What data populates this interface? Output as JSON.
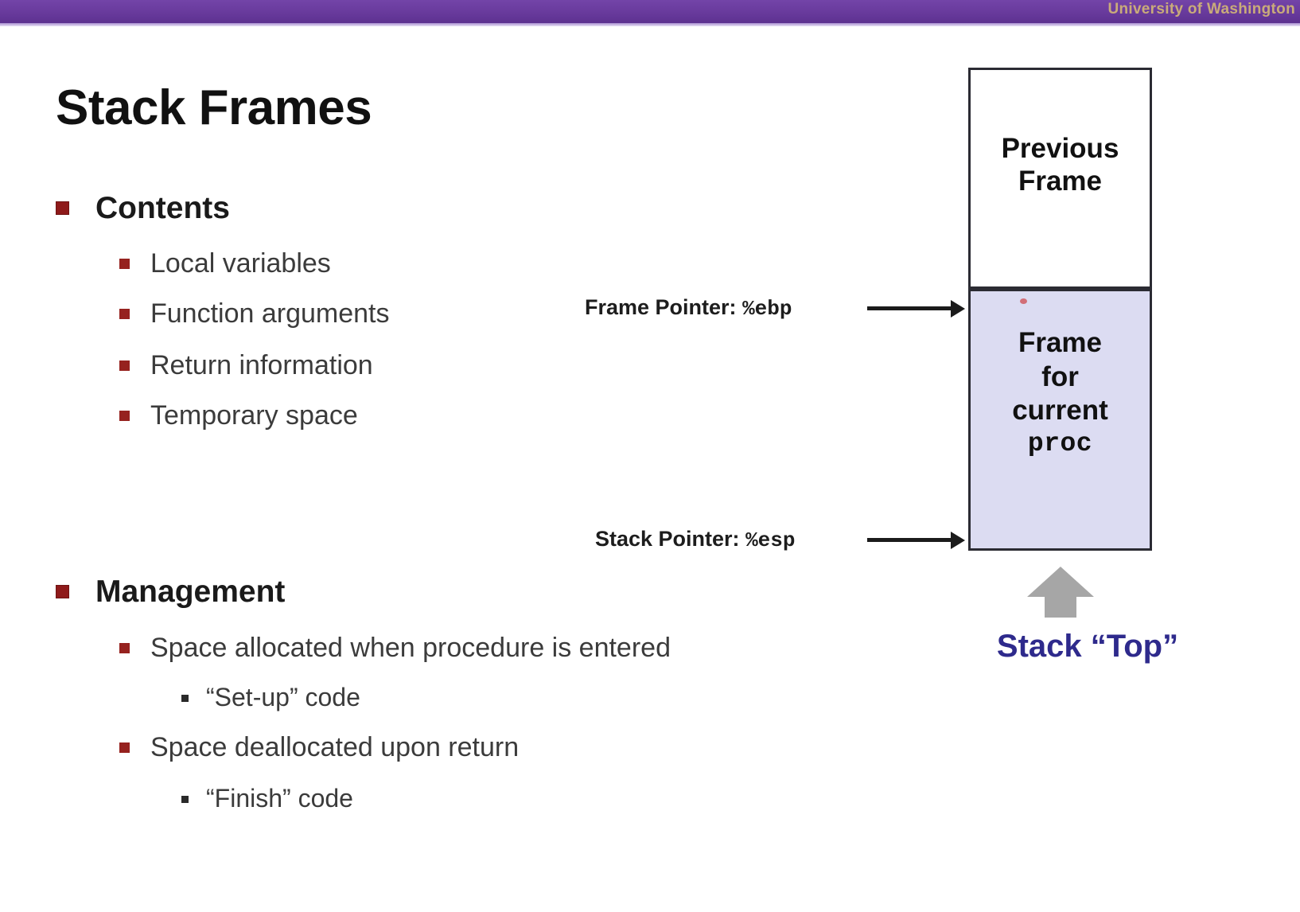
{
  "header": {
    "institution": "University of Washington",
    "bar_color": "#683a9c",
    "text_color": "#c9ab7a"
  },
  "slide": {
    "title": "Stack Frames",
    "bullet_color": "#8e1a1a",
    "body_text_color": "#3b3b3b"
  },
  "outline": {
    "contents": {
      "heading": "Contents",
      "items": [
        "Local variables",
        "Function arguments",
        "Return information",
        "Temporary space"
      ]
    },
    "management": {
      "heading": "Management",
      "items": [
        {
          "text": "Space allocated when procedure is entered",
          "sub": "“Set-up” code"
        },
        {
          "text": "Space deallocated upon return",
          "sub": "“Finish” code"
        }
      ]
    }
  },
  "diagram": {
    "previous_frame": {
      "line1": "Previous",
      "line2": "Frame",
      "fill": "#ffffff",
      "border": "#2b2b33"
    },
    "current_frame": {
      "line1": "Frame",
      "line2": "for",
      "line3": "current",
      "line4": "proc",
      "fill": "#dcdcf2",
      "border": "#2b2b33"
    },
    "pointers": [
      {
        "label": "Frame Pointer:",
        "register": "%ebp"
      },
      {
        "label": "Stack Pointer:",
        "register": "%esp"
      }
    ],
    "stack_top_caption": "Stack “Top”",
    "stack_top_color": "#2e2a8c",
    "stack_top_arrow_color": "#a6a6a6"
  }
}
